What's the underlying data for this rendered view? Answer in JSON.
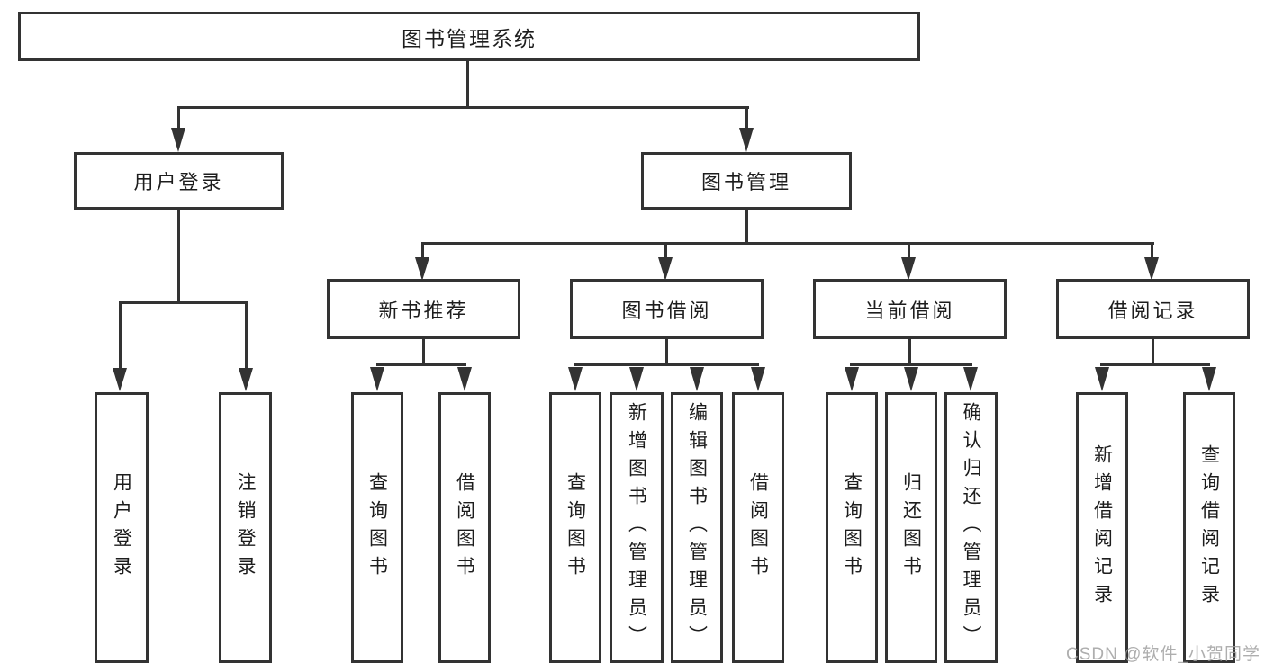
{
  "diagram": {
    "type": "org-tree",
    "title": "图书管理系统",
    "tree": {
      "label": "图书管理系统",
      "children": [
        {
          "label": "用户登录",
          "children": [
            {
              "label": "用户登录"
            },
            {
              "label": "注销登录"
            }
          ]
        },
        {
          "label": "图书管理",
          "children": [
            {
              "label": "新书推荐",
              "children": [
                {
                  "label": "查询图书"
                },
                {
                  "label": "借阅图书"
                }
              ]
            },
            {
              "label": "图书借阅",
              "children": [
                {
                  "label": "查询图书"
                },
                {
                  "label": "新增图书（管理员）"
                },
                {
                  "label": "编辑图书（管理员）"
                },
                {
                  "label": "借阅图书"
                }
              ]
            },
            {
              "label": "当前借阅",
              "children": [
                {
                  "label": "查询图书"
                },
                {
                  "label": "归还图书"
                },
                {
                  "label": "确认归还（管理员）"
                }
              ]
            },
            {
              "label": "借阅记录",
              "children": [
                {
                  "label": "新增借阅记录"
                },
                {
                  "label": "查询借阅记录"
                }
              ]
            }
          ]
        }
      ]
    },
    "watermark": "CSDN @软件_小贺同学",
    "colors": {
      "line": "#333333",
      "text": "#1d1d1d",
      "background": "#ffffff",
      "watermark": "#a0a0a0"
    }
  }
}
